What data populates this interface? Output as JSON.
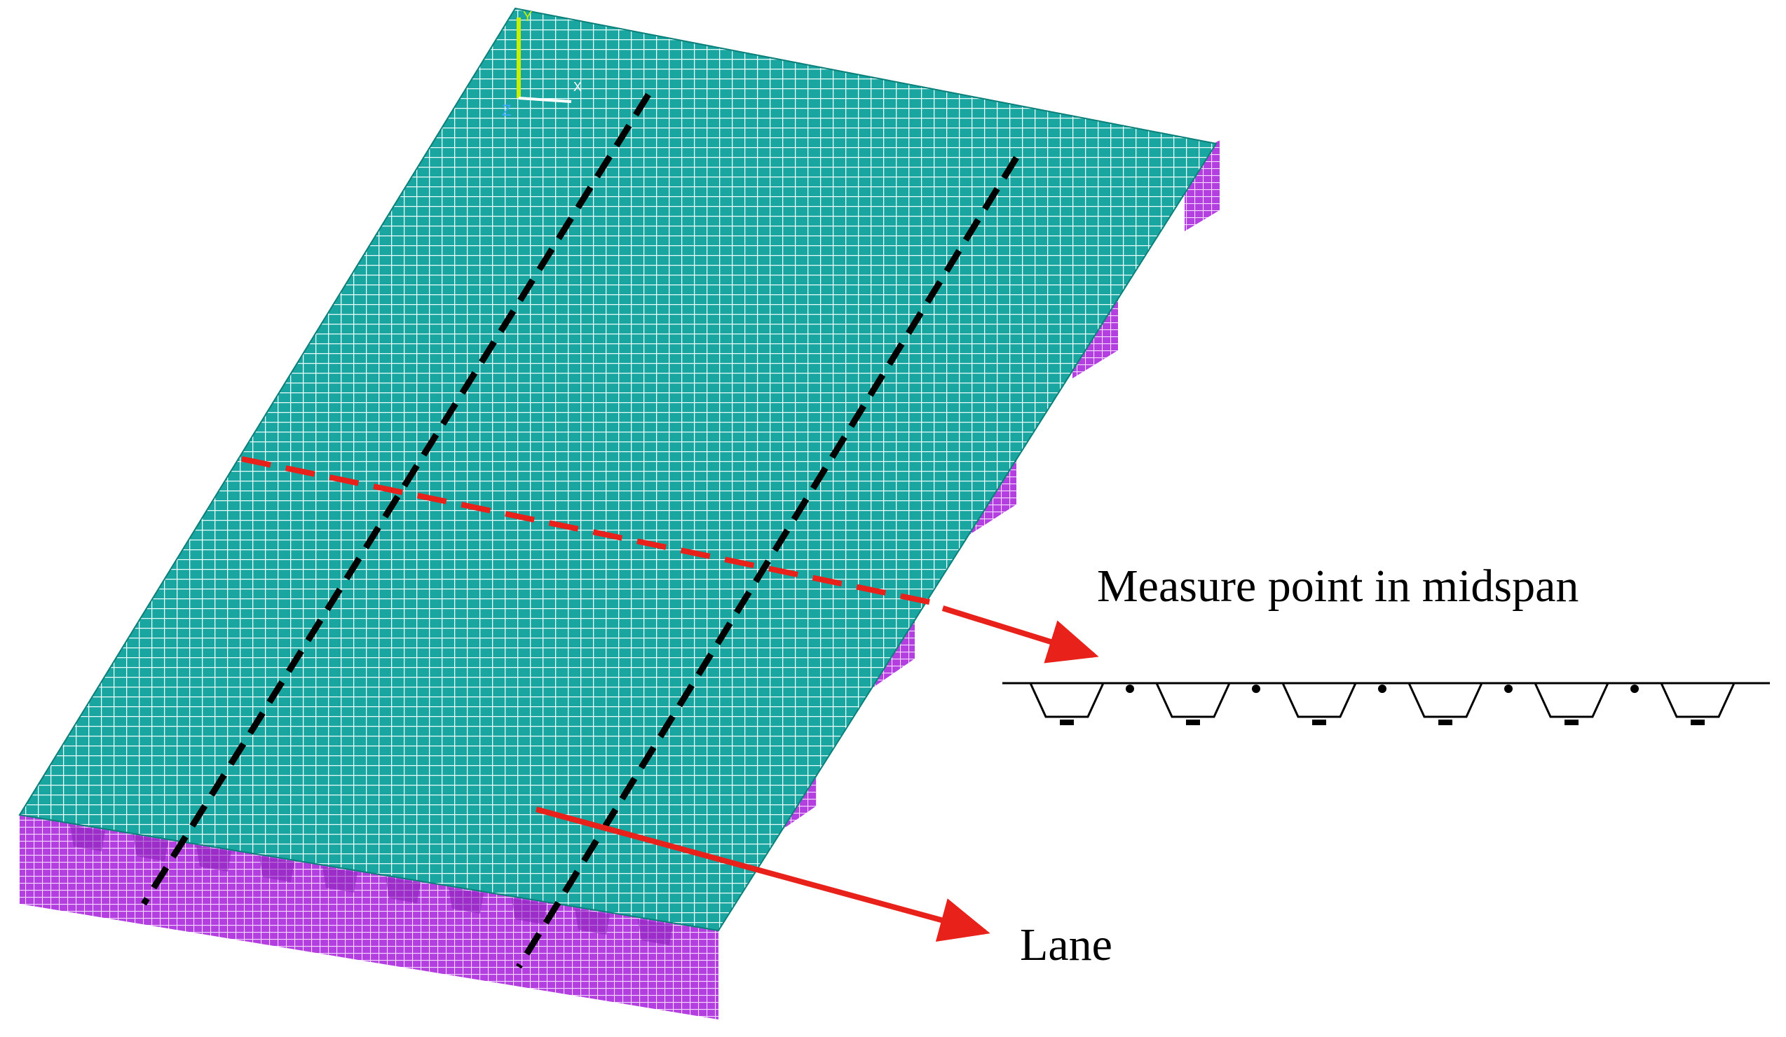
{
  "labels": {
    "measure_point": "Measure point in midspan",
    "lane": "Lane"
  },
  "axis_triad": {
    "y": "Y",
    "x": "X",
    "z": "Z"
  },
  "colors": {
    "deck_mesh": "#1aa6a0",
    "mesh_lines": "#ffffff",
    "girder_side": "#b43fe0",
    "lane_lines": "#000000",
    "midspan_line": "#e8211b",
    "arrows": "#e8211b",
    "cross_section": "#000000"
  },
  "cross_section": {
    "ribs": 6,
    "dots": 5
  }
}
